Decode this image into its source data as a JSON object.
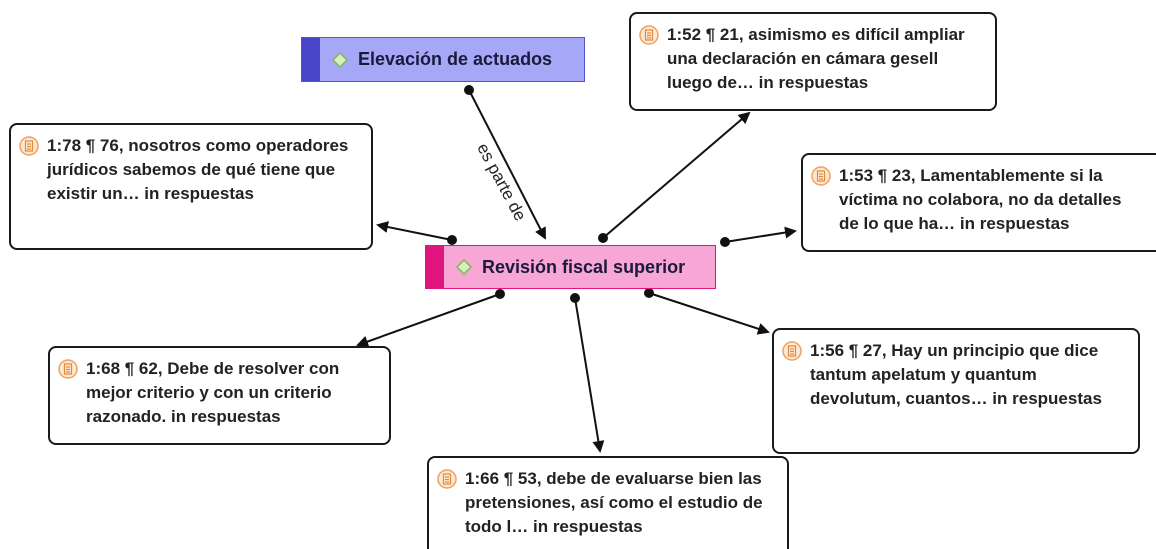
{
  "concepts": {
    "elevacion": "Elevación de actuados",
    "revision": "Revisión fiscal superior"
  },
  "relation_label": "es parte de",
  "quotes": {
    "q1": "1:52 ¶ 21, asimismo es difícil ampliar una declaración en cámara gesell luego de… in respuestas",
    "q2": "1:78 ¶ 76, nosotros como operadores jurídicos sabemos de qué tiene que existir un… in respuestas",
    "q3": "1:53 ¶ 23, Lamentablemente si la víctima no colabora, no da detalles de lo que ha… in respuestas",
    "q4": "1:68 ¶ 62, Debe de resolver con mejor criterio y con un criterio razonado. in respuestas",
    "q5": "1:56 ¶ 27, Hay un principio que dice tantum apelatum y quantum devolutum, cuantos… in respuestas",
    "q6": "1:66 ¶ 53, debe de evaluarse bien las pretensiones, así como el estudio de todo l… in respuestas"
  },
  "colors": {
    "concept_a_fill": "#a6a8f7",
    "concept_b_fill": "#f7a6d6",
    "quote_icon": "#f0a060"
  }
}
